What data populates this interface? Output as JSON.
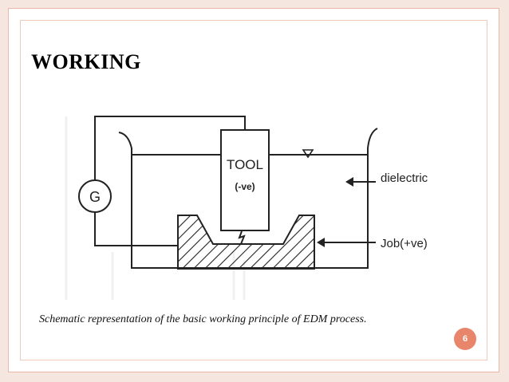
{
  "slide": {
    "title": "WORKING",
    "caption": "Schematic representation of the basic working principle of EDM process.",
    "page_number": "6"
  },
  "diagram": {
    "generator_label": "G",
    "tool_label": "TOOL",
    "tool_polarity": "(-ve)",
    "dielectric_label": "dielectric",
    "job_label": "Job(+ve)"
  },
  "colors": {
    "accent": "#e8856a",
    "border": "#e8b9a6",
    "background": "#f6e6e0",
    "line": "#222222"
  }
}
